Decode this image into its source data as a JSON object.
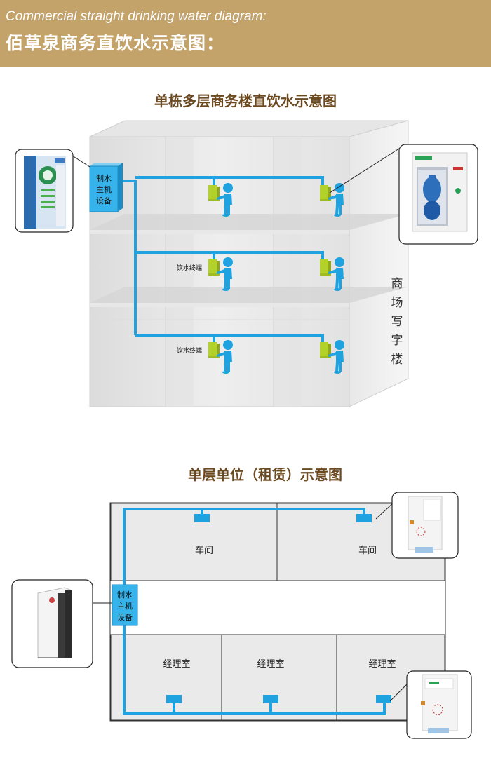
{
  "header": {
    "title_en": "Commercial straight drinking water diagram:",
    "title_cn": "佰草泉商务直饮水示意图："
  },
  "building": {
    "title": "单栋多层商务楼直饮水示意图",
    "main_unit_lines": [
      "制水",
      "主机",
      "设备"
    ],
    "terminal_label": "饮水终端",
    "side_label_chars": [
      "商",
      "场",
      "写",
      "字",
      "楼"
    ]
  },
  "floor": {
    "title": "单层单位（租赁）示意图",
    "main_unit_lines": [
      "制水",
      "主机",
      "设备"
    ],
    "rooms": {
      "workshop_left": "车间",
      "workshop_right": "车间",
      "office_1": "经理室",
      "office_2": "经理室",
      "office_3": "经理室"
    }
  },
  "colors": {
    "header_bg": "#c3a36a",
    "pipe": "#1fa3e0",
    "unit_fill": "#35b3ea",
    "terminal_green": "#b4d12a",
    "title_brown": "#6b4a22"
  }
}
